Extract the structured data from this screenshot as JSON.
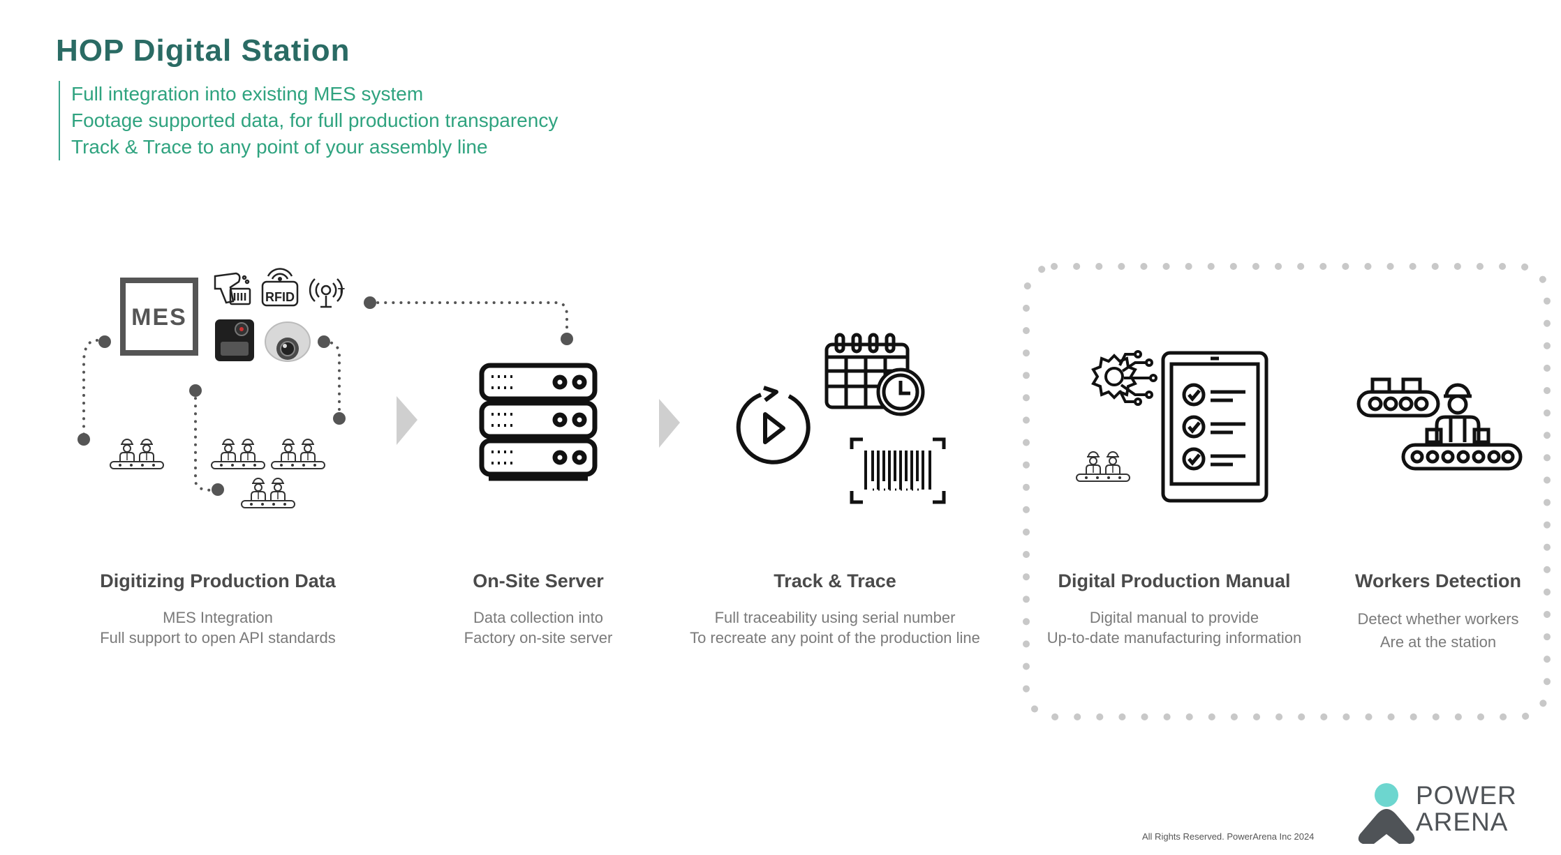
{
  "header": {
    "title": "HOP Digital Station",
    "bullets": [
      "Full integration into existing MES system",
      "Footage supported data, for full production transparency",
      "Track & Trace to any point of your assembly line"
    ]
  },
  "icons": {
    "mes_label": "MES",
    "rfid_label": "RFID"
  },
  "sections": [
    {
      "title": "Digitizing Production Data",
      "lines": [
        "MES Integration",
        "Full support to open API standards"
      ]
    },
    {
      "title": "On-Site Server",
      "lines": [
        "Data collection into",
        "Factory on-site server"
      ]
    },
    {
      "title": "Track & Trace",
      "lines": [
        "Full traceability using serial number",
        "To recreate any point of the production line"
      ]
    },
    {
      "title": "Digital Production Manual",
      "lines": [
        "Digital manual to provide",
        "Up-to-date manufacturing information"
      ]
    },
    {
      "title": "Workers Detection",
      "lines": [
        "Detect whether workers",
        "Are at the station"
      ]
    }
  ],
  "footer": {
    "copyright": "All Rights Reserved. PowerArena Inc 2024"
  },
  "brand": {
    "line1": "POWER",
    "line2": "ARENA"
  },
  "colors": {
    "title": "#2a6b64",
    "bullets": "#2fa37f",
    "accent_dot": "#6dd6cf",
    "icon": "#1a1a1a"
  }
}
